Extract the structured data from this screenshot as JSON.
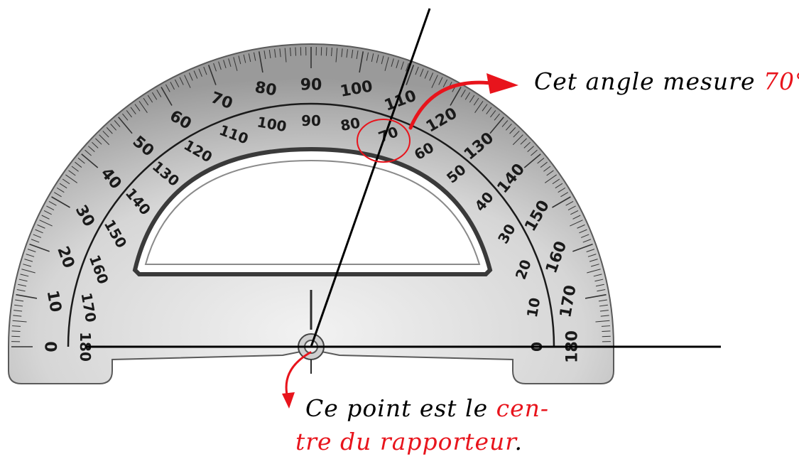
{
  "protractor": {
    "outer_scale": [
      "0",
      "10",
      "20",
      "30",
      "40",
      "50",
      "60",
      "70",
      "80",
      "90",
      "100",
      "110",
      "120",
      "130",
      "140",
      "150",
      "160",
      "170",
      "180"
    ],
    "inner_scale": [
      "180",
      "170",
      "160",
      "150",
      "140",
      "130",
      "120",
      "110",
      "100",
      "90",
      "80",
      "70",
      "60",
      "50",
      "40",
      "30",
      "20",
      "10",
      "0"
    ]
  },
  "angle_note": {
    "text": "Cet angle mesure",
    "value": "70",
    "unit": "°",
    "circled_reading": "70",
    "angle_value": 70
  },
  "center_note": {
    "line1_black": "Ce point est le",
    "line1_red": "cen-",
    "line2_red": "tre du rapporteur",
    "line2_black": "."
  },
  "colors": {
    "accent": "#e8141c",
    "ink": "#000000",
    "plastic": "#d9d9d9"
  }
}
